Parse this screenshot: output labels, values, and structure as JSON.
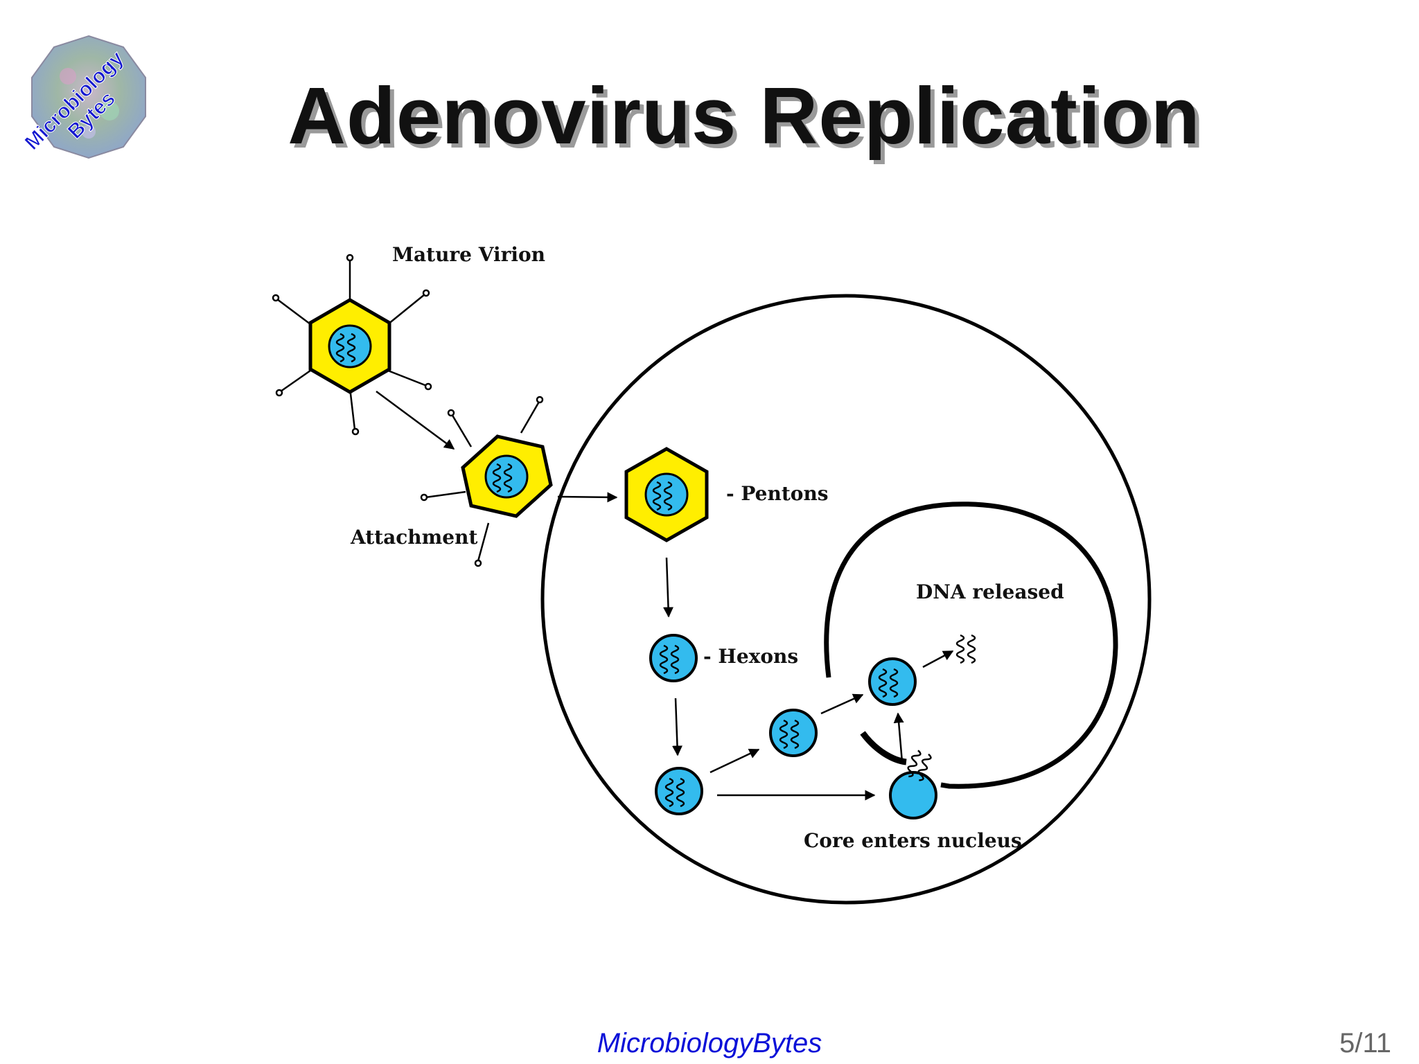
{
  "slide": {
    "title": "Adenovirus Replication",
    "footer_brand": "MicrobiologyBytes",
    "page_number": "5/11"
  },
  "logo": {
    "line1": "Microbiology",
    "line2": "Bytes"
  },
  "diagram": {
    "labels": {
      "mature_virion": "Mature Virion",
      "attachment": "Attachment",
      "pentons": "- Pentons",
      "hexons": "- Hexons",
      "dna_released": "DNA released",
      "core_enters_nucleus": "Core enters nucleus"
    }
  },
  "colors": {
    "capsid": "#ffee00",
    "core": "#33bbee",
    "outline": "#000000",
    "brand": "#0a10d8"
  }
}
